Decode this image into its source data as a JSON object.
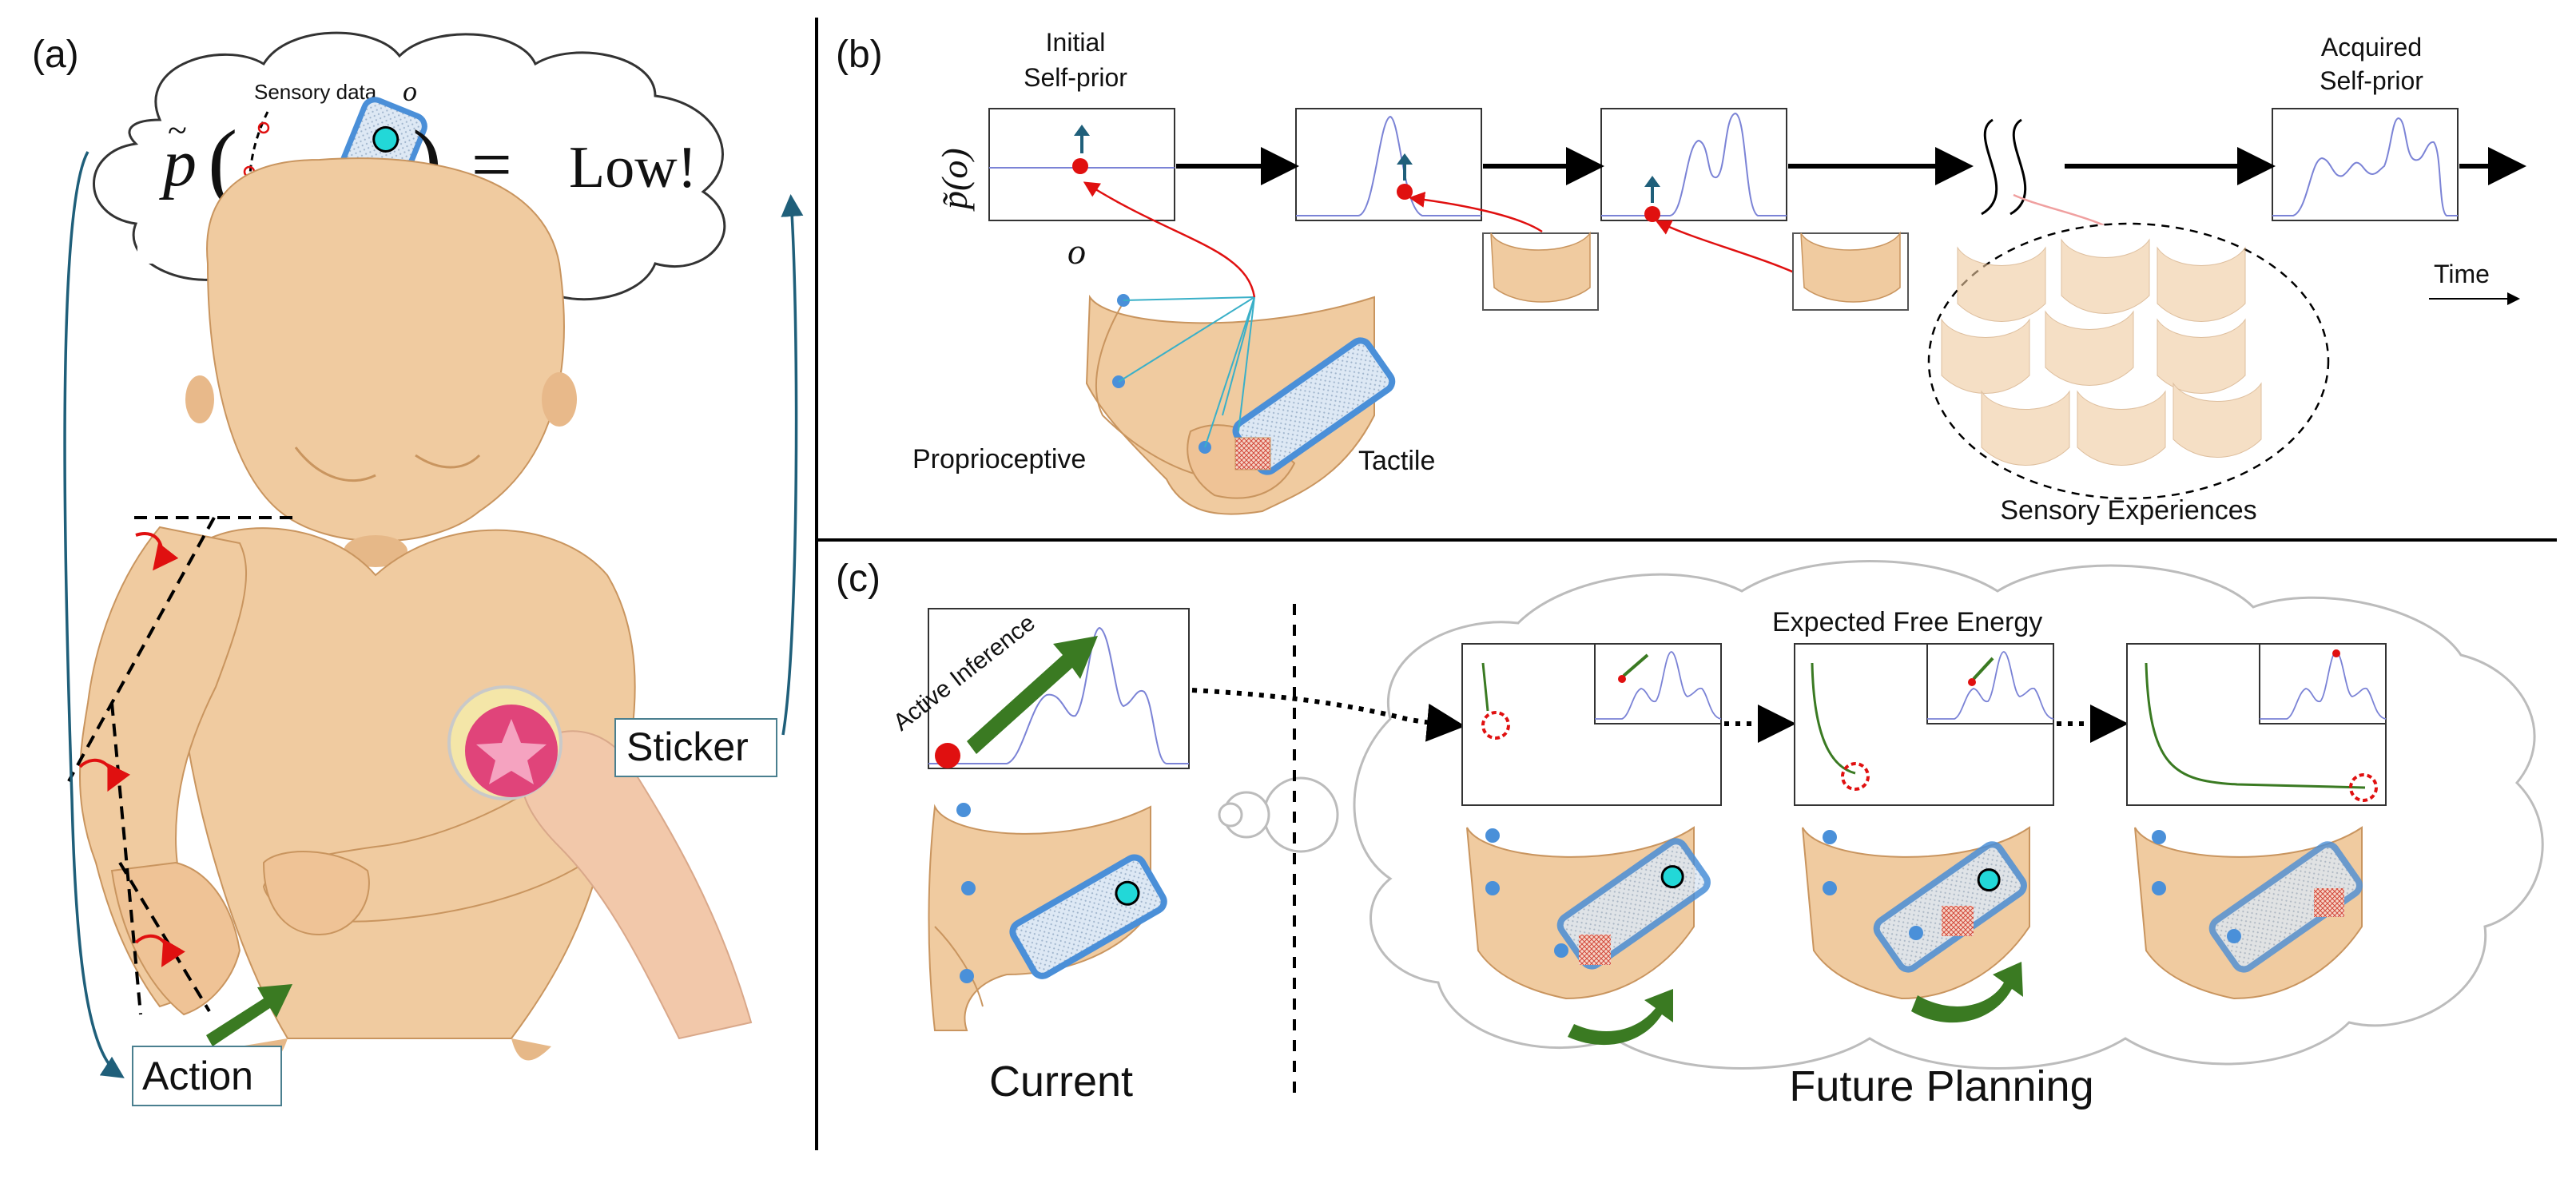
{
  "panel_labels": {
    "a": "(a)",
    "b": "(b)",
    "c": "(c)"
  },
  "panel_a": {
    "thought_caption": "Sensory data",
    "thought_variable": "o",
    "thought_p": "p",
    "thought_tilde": "~",
    "thought_open_paren": "(",
    "thought_close_paren": ")",
    "thought_amp": "&",
    "thought_equals": "=",
    "thought_result": "Low!",
    "sticker_label": "Sticker",
    "action_label": "Action"
  },
  "panel_b": {
    "y_axis_label": "p̃(o)",
    "x_variable": "o",
    "initial_title_line1": "Initial",
    "initial_title_line2": "Self-prior",
    "acquired_title_line1": "Acquired",
    "acquired_title_line2": "Self-prior",
    "time_label": "Time",
    "proprioceptive_label": "Proprioceptive",
    "tactile_label": "Tactile",
    "experiences_label": "Sensory Experiences"
  },
  "panel_c": {
    "active_inference_label": "Active Inference",
    "efe_label": "Expected Free Energy",
    "current_label": "Current",
    "future_label": "Future Planning"
  },
  "colors": {
    "curve": "#7b83d6",
    "red_marker": "#e01010",
    "arrow_blue": "#1f5f7a",
    "arrow_green": "#3a7a22",
    "skin": "#f0cba0",
    "skin_shade": "#d9a878",
    "sticker_blue": "#4a8fd8",
    "sticker_fill": "#dde8f4",
    "joint_dot": "#4a90d9"
  }
}
